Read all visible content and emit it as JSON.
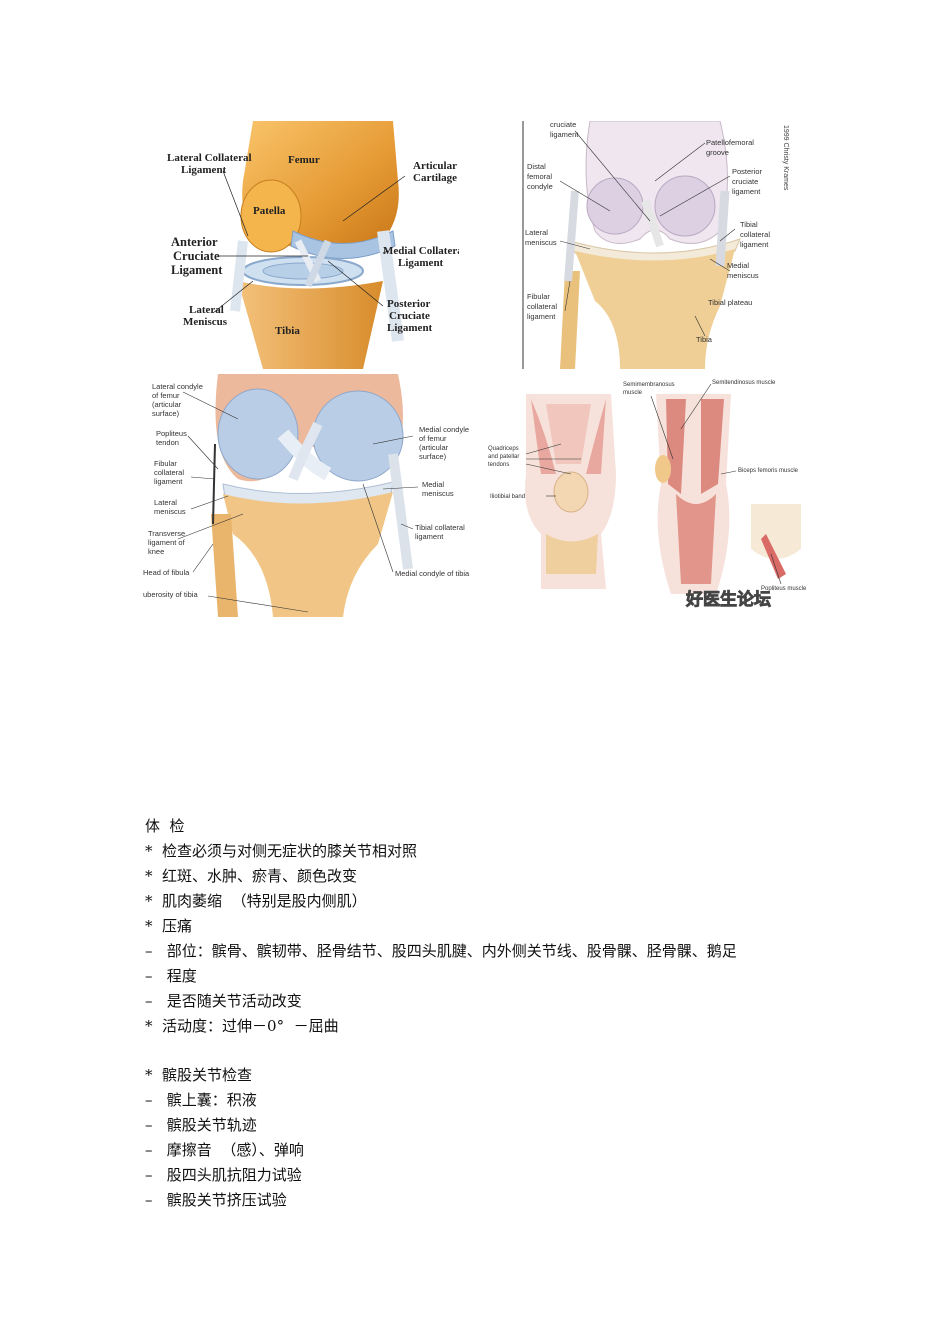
{
  "figures": {
    "top_left": {
      "labels": {
        "lcl": [
          "Lateral Collateral",
          "Ligament"
        ],
        "femur": "Femur",
        "patella": "Patella",
        "articular": [
          "Articular",
          "Cartilage"
        ],
        "acl": [
          "Anterior",
          "Cruciate",
          "Ligament"
        ],
        "mcl": [
          "Medial Collateral",
          "Ligament"
        ],
        "lat_meniscus": [
          "Lateral",
          "Meniscus"
        ],
        "pcl": [
          "Posterior",
          "Cruciate",
          "Ligament"
        ],
        "tibia": "Tibia"
      }
    },
    "top_right": {
      "labels": {
        "cruciate": [
          "cruciate",
          "ligament"
        ],
        "patellofemoral": [
          "Patellofemoral",
          "groove"
        ],
        "distal_femoral": [
          "Distal",
          "femoral",
          "condyle"
        ],
        "posterior_cruciate": [
          "Posterior",
          "cruciate",
          "ligament"
        ],
        "tibial_collateral": [
          "Tibial",
          "collateral",
          "ligament"
        ],
        "lateral_meniscus": [
          "Lateral",
          "meniscus"
        ],
        "medial_meniscus": [
          "Medial",
          "meniscus"
        ],
        "fibular_collateral": [
          "Fibular",
          "collateral",
          "ligament"
        ],
        "tibial_plateau": "Tibial plateau",
        "tibia": "Tibia",
        "credit": "1999 Christy Krames"
      }
    },
    "bottom_left": {
      "labels": {
        "lateral_condyle": [
          "Lateral condyle",
          "of femur",
          "(articular",
          "surface)"
        ],
        "popliteus": [
          "Popliteus",
          "tendon"
        ],
        "fibular_collateral": [
          "Fibular",
          "collateral",
          "ligament"
        ],
        "lateral_meniscus": [
          "Lateral",
          "meniscus"
        ],
        "transverse": [
          "Transverse",
          "ligament of",
          "knee"
        ],
        "head_fibula": "Head of fibula",
        "tuberosity": "uberosity of tibia",
        "medial_condyle": [
          "Medial condyle",
          "of femur",
          "(articular",
          "surface)"
        ],
        "medial_meniscus": [
          "Medial",
          "meniscus"
        ],
        "tibial_collateral": [
          "Tibial collateral",
          "ligament"
        ],
        "medial_condyle_tibia": "Medial condyle of tibia"
      }
    },
    "bottom_right": {
      "labels": {
        "semimembranosus": [
          "Semimembranosus",
          "muscle"
        ],
        "semitendinosus": "Semitendinosus muscle",
        "quadriceps": [
          "Quadriceps",
          "and patellar",
          "tendons"
        ],
        "iliotibial": "Iliotibial band",
        "biceps": "Biceps femoris muscle",
        "popliteus": "Popliteus muscle",
        "watermark": "好医生论坛"
      }
    }
  },
  "section": {
    "title": "体  检",
    "lines": [
      "*  检查必须与对侧无症状的膝关节相对照",
      "*  红斑、水肿、瘀青、颜色改变",
      "*  肌肉萎缩  （特别是股内侧肌）",
      "*  压痛",
      "–   部位：髌骨、髌韧带、胫骨结节、股四头肌腱、内外侧关节线、股骨髁、胫骨髁、鹅足",
      "–   程度",
      "–   是否随关节活动改变",
      "*  活动度：过伸－0°  －屈曲"
    ],
    "lines2": [
      "*  髌股关节检查",
      "–   髌上囊：积液",
      "–   髌股关节轨迹",
      "–   摩擦音  （感）、弹响",
      "–   股四头肌抗阻力试验",
      "–   髌股关节挤压试验"
    ]
  }
}
